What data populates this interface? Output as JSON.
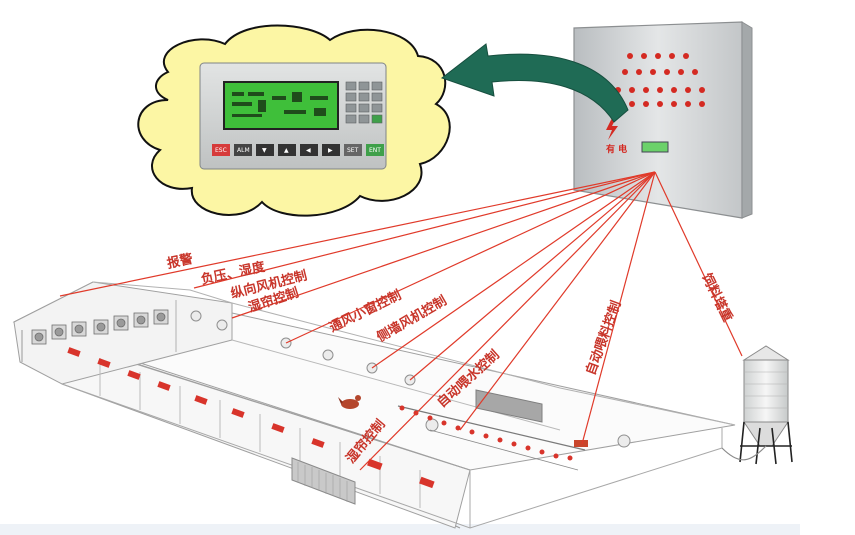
{
  "controller_panel": {
    "brand": "",
    "screen_text": "",
    "keys": [
      "ESC",
      "ALM",
      "▼",
      "▲",
      "◀",
      "▶",
      "SET",
      "ENT"
    ]
  },
  "cabinet": {
    "logo_text": "有 电"
  },
  "labels": {
    "alarm": "报警",
    "pressure_humidity": "负压、湿度",
    "tunnel_fan": "纵向风机控制",
    "wet_curtain_top": "湿帘控制",
    "vent_window": "通风小窗控制",
    "side_fan": "侧墙风机控制",
    "water_line": "自动喂水控制",
    "feed_line": "自动喂料控制",
    "silo": "饲料塔重",
    "wet_curtain_bottom": "湿帘控制"
  }
}
